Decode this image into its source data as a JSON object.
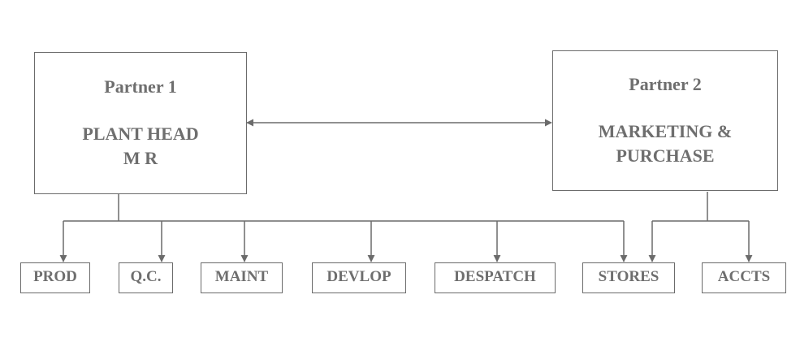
{
  "partners": [
    {
      "title": "Partner 1",
      "role": "PLANT HEAD\nM R"
    },
    {
      "title": "Partner 2",
      "role": "MARKETING &\nPURCHASE"
    }
  ],
  "departments": [
    {
      "label": "PROD"
    },
    {
      "label": "Q.C."
    },
    {
      "label": "MAINT"
    },
    {
      "label": "DEVLOP"
    },
    {
      "label": "DESPATCH"
    },
    {
      "label": "STORES"
    },
    {
      "label": "ACCTS"
    }
  ],
  "colors": {
    "line": "#6b6b6b",
    "text": "#6e6e6e",
    "background": "#ffffff"
  }
}
